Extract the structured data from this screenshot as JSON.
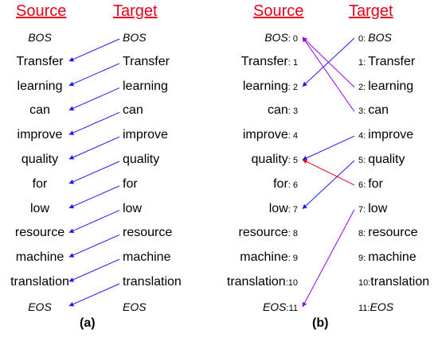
{
  "panel_a": {
    "header_source": "Source",
    "header_target": "Target",
    "caption": "(a)",
    "source_tokens": [
      "BOS",
      "Transfer",
      "learning",
      "can",
      "improve",
      "quality",
      "for",
      "low",
      "resource",
      "machine",
      "translation",
      "EOS"
    ],
    "target_tokens": [
      "BOS",
      "Transfer",
      "learning",
      "can",
      "improve",
      "quality",
      "for",
      "low",
      "resource",
      "machine",
      "translation",
      "EOS"
    ],
    "alignments": [
      {
        "target": 0,
        "source": 1
      },
      {
        "target": 1,
        "source": 2
      },
      {
        "target": 2,
        "source": 3
      },
      {
        "target": 3,
        "source": 4
      },
      {
        "target": 4,
        "source": 5
      },
      {
        "target": 5,
        "source": 6
      },
      {
        "target": 6,
        "source": 7
      },
      {
        "target": 7,
        "source": 8
      },
      {
        "target": 8,
        "source": 9
      },
      {
        "target": 9,
        "source": 10
      },
      {
        "target": 10,
        "source": 11
      }
    ],
    "arrow_color": "#1a1aff"
  },
  "panel_b": {
    "header_source": "Source",
    "header_target": "Target",
    "caption": "(b)",
    "source_tokens": [
      {
        "word": "BOS",
        "idx": ": 0",
        "italic": true
      },
      {
        "word": "Transfer",
        "idx": ": 1"
      },
      {
        "word": "learning",
        "idx": ": 2"
      },
      {
        "word": "can",
        "idx": ": 3"
      },
      {
        "word": "improve",
        "idx": ": 4"
      },
      {
        "word": "quality",
        "idx": ": 5"
      },
      {
        "word": "for",
        "idx": ": 6"
      },
      {
        "word": "low",
        "idx": ": 7"
      },
      {
        "word": "resource",
        "idx": ": 8"
      },
      {
        "word": "machine",
        "idx": ": 9"
      },
      {
        "word": "translation",
        "idx": ":10"
      },
      {
        "word": "EOS",
        "idx": ":11",
        "italic": true
      }
    ],
    "target_tokens": [
      {
        "idx": "0: ",
        "word": "BOS",
        "italic": true
      },
      {
        "idx": "1: ",
        "word": "Transfer"
      },
      {
        "idx": "2: ",
        "word": "learning"
      },
      {
        "idx": "3: ",
        "word": "can"
      },
      {
        "idx": "4: ",
        "word": "improve"
      },
      {
        "idx": "5: ",
        "word": "quality"
      },
      {
        "idx": "6: ",
        "word": "for"
      },
      {
        "idx": "7: ",
        "word": "low"
      },
      {
        "idx": "8: ",
        "word": "resource"
      },
      {
        "idx": "9: ",
        "word": "machine"
      },
      {
        "idx": "10:",
        "word": "translation"
      },
      {
        "idx": "11:",
        "word": "EOS",
        "italic": true
      }
    ],
    "alignments": [
      {
        "target": 0,
        "source": 2,
        "color": "#1a1aff"
      },
      {
        "target": 2,
        "source": 0,
        "color": "#9900ff"
      },
      {
        "target": 3,
        "source": 0,
        "color": "#9900ff"
      },
      {
        "target": 4,
        "source": 5,
        "color": "#1a1aff"
      },
      {
        "target": 5,
        "source": 7,
        "color": "#1a1aff"
      },
      {
        "target": 6,
        "source": 5,
        "color": "#e8001c"
      },
      {
        "target": 7,
        "source": 11,
        "color": "#9900ff"
      }
    ]
  }
}
